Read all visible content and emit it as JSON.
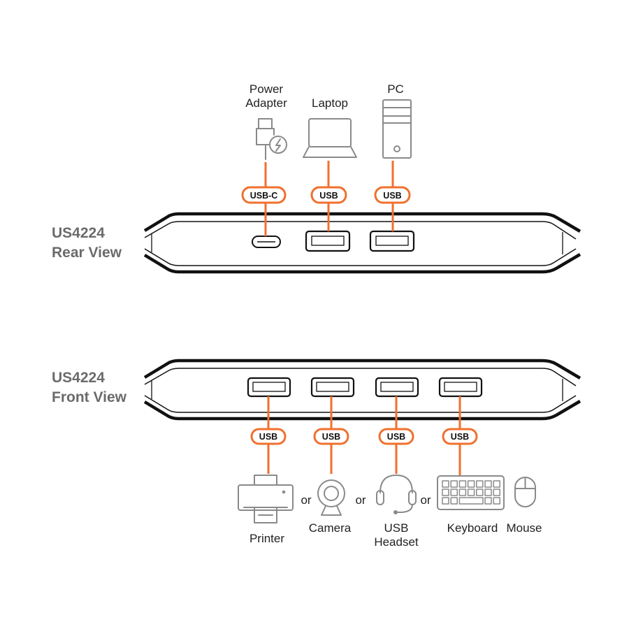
{
  "colors": {
    "accent": "#F0702E",
    "icon": "#8a8a8a",
    "device": "#111111",
    "view_label": "#6b6b6b"
  },
  "rear": {
    "model": "US4224",
    "view": "Rear View",
    "connections": [
      {
        "device_line1": "Power",
        "device_line2": "Adapter",
        "icon": "power-adapter-icon",
        "port": "USB-C"
      },
      {
        "device_line1": "",
        "device_line2": "Laptop",
        "icon": "laptop-icon",
        "port": "USB"
      },
      {
        "device_line1": "",
        "device_line2": "PC",
        "icon": "pc-tower-icon",
        "port": "USB"
      }
    ]
  },
  "front": {
    "model": "US4224",
    "view": "Front View",
    "connections": [
      {
        "port": "USB",
        "devices": [
          "Printer"
        ]
      },
      {
        "port": "USB",
        "devices": [
          "Camera"
        ]
      },
      {
        "port": "USB",
        "devices": [
          "USB",
          "Headset"
        ]
      },
      {
        "port": "USB",
        "devices": [
          "Keyboard",
          "Mouse"
        ]
      }
    ],
    "separator": "or"
  }
}
